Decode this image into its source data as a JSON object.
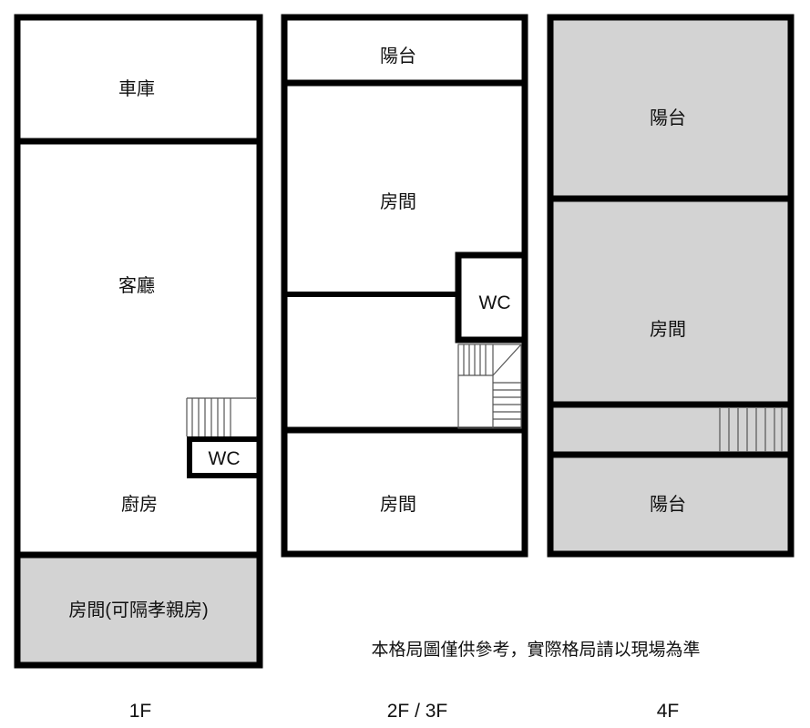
{
  "floor_1": {
    "label": "1F",
    "rooms": {
      "garage": "車庫",
      "living_room": "客廳",
      "kitchen": "廚房",
      "wc": "WC",
      "parent_room": "房間(可隔孝親房)"
    }
  },
  "floor_2_3": {
    "label": "2F / 3F",
    "rooms": {
      "balcony": "陽台",
      "front_room": "房間",
      "wc": "WC",
      "back_room": "房間"
    }
  },
  "floor_4": {
    "label": "4F",
    "rooms": {
      "front_balcony": "陽台",
      "room": "房間",
      "back_balcony": "陽台"
    }
  },
  "disclaimer": "本格局圖僅供參考，實際格局請以現場為準",
  "colors": {
    "wall": "#000000",
    "shaded_area": "#d3d3d3",
    "background": "#ffffff"
  }
}
